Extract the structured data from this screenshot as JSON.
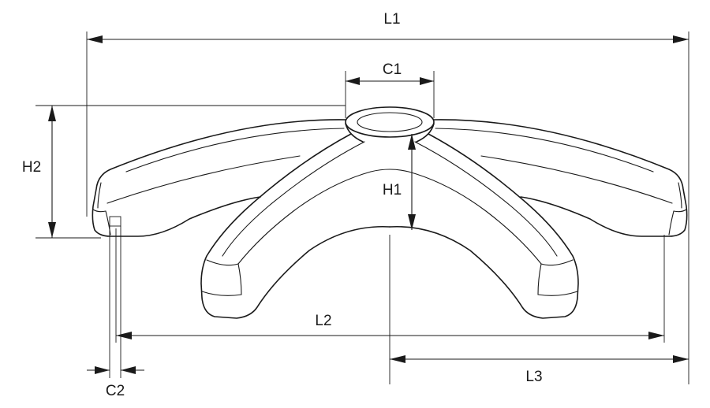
{
  "labels": {
    "L1": "L1",
    "C1": "C1",
    "H2": "H2",
    "H1": "H1",
    "L2": "L2",
    "L3": "L3",
    "C2": "C2"
  },
  "colors": {
    "line": "#1a1a1a",
    "background": "#ffffff"
  }
}
